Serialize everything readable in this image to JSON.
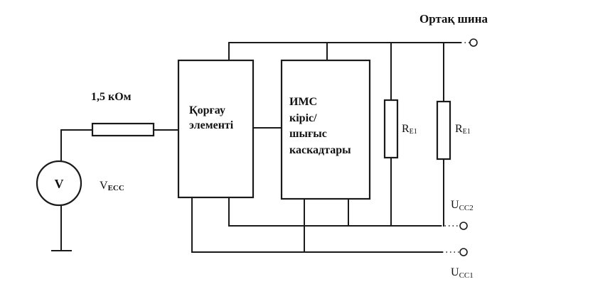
{
  "labels": {
    "common_bus": "Ортақ шина",
    "resistance_value": "1,5 кОм",
    "protection_line1": "Қорғау",
    "protection_line2": "элементі",
    "ims_line1": "ИМС",
    "ims_line2": "кіріс/",
    "ims_line3": "шығыс",
    "ims_line4": "каскадтары",
    "voltmeter_symbol": "V",
    "vecc_main": "V",
    "vecc_sub": "ECC",
    "re1_main": "R",
    "re1_sub": "E1",
    "re2_main": "R",
    "re2_sub": "E1",
    "ucc2_main": "U",
    "ucc2_sub": "CC2",
    "ucc1_main": "U",
    "ucc1_sub": "CC1"
  }
}
